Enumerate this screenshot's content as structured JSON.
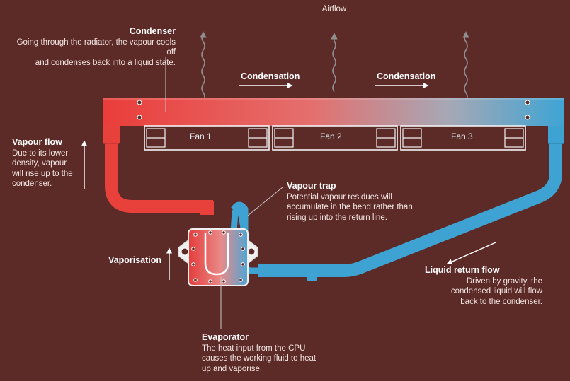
{
  "airflow_label": "Airflow",
  "condenser": {
    "title": "Condenser",
    "line1": "Going through the radiator, the vapour cools off",
    "line2": "and condenses back into a liquid state."
  },
  "condensation_labels": [
    "Condensation",
    "Condensation"
  ],
  "fans": [
    "Fan 1",
    "Fan 2",
    "Fan 3"
  ],
  "vapour_flow": {
    "title": "Vapour flow",
    "line1": "Due to its lower",
    "line2": "density, vapour",
    "line3": "will rise up to the",
    "line4": "condenser."
  },
  "vapour_trap": {
    "title": "Vapour trap",
    "line1": "Potential vapour residues will",
    "line2": "accumulate in the bend rather than",
    "line3": "rising up into the return line."
  },
  "vaporisation_label": "Vaporisation",
  "liquid_return": {
    "title": "Liquid return flow",
    "line1": "Driven by gravity, the",
    "line2": "condensed liquid will flow",
    "line3": "back to the condenser."
  },
  "evaporator": {
    "title": "Evaporator",
    "line1": "The heat input from the CPU",
    "line2": "causes the working fluid to heat",
    "line3": "up and vaporise."
  },
  "colors": {
    "background": "#5c2a27",
    "hot": "#e8413c",
    "cold": "#3ea3d3",
    "fan_frame": "#f2f2f2"
  }
}
